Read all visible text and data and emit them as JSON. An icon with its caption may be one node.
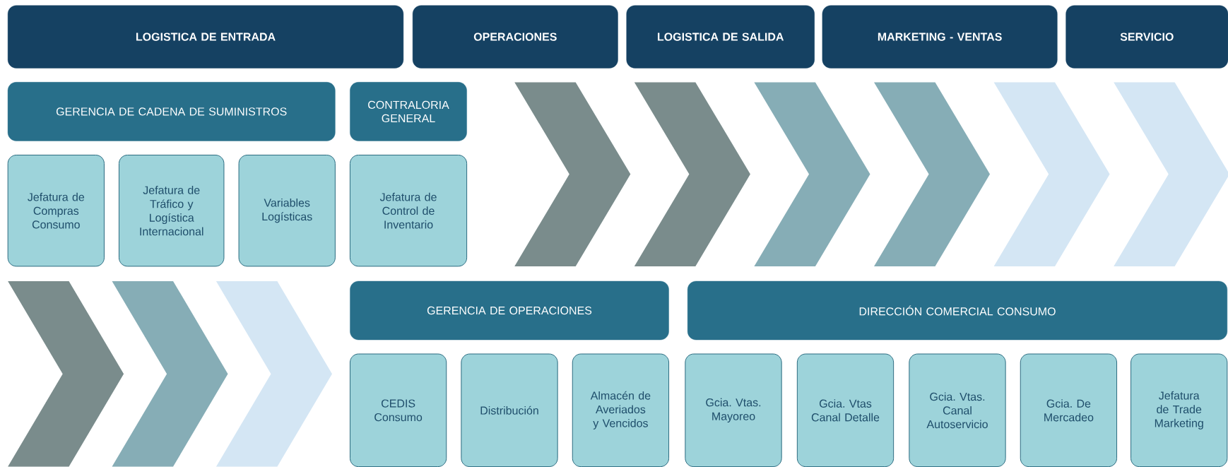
{
  "diagram": {
    "nodes": [
      {
        "text": [
          "LOGISTICA DE ENTRADA"
        ]
      },
      {
        "text": [
          "OPERACIONES"
        ]
      },
      {
        "text": [
          "LOGISTICA DE SALIDA"
        ]
      },
      {
        "text": [
          "MARKETING - VENTAS"
        ]
      },
      {
        "text": [
          "SERVICIO"
        ]
      },
      {
        "text": [
          "GERENCIA DE CADENA DE SUMINISTROS"
        ]
      },
      {
        "text": [
          "CONTRALORIA GENERAL"
        ]
      },
      {
        "text": [
          "Jefatura de Compras Consumo"
        ]
      },
      {
        "text": [
          "Jefatura de Tráfico y Logística Internacional"
        ]
      },
      {
        "text": [
          "Variables Logísticas"
        ]
      },
      {
        "text": [
          "Jefatura de Control de Inventario"
        ]
      },
      {
        "text": [
          "GERENCIA DE OPERACIONES"
        ]
      },
      {
        "text": [
          "DIRECCIÓN COMERCIAL CONSUMO"
        ]
      },
      {
        "text": [
          "CEDIS Consumo"
        ]
      },
      {
        "text": [
          "Distribución"
        ]
      },
      {
        "text": [
          "Almacén de Averiados y Vencidos"
        ]
      },
      {
        "text": [
          "Gcia. Vtas. Mayoreo"
        ]
      },
      {
        "text": [
          "Gcia. Vtas Canal Detalle"
        ]
      },
      {
        "text": [
          "Gcia. Vtas. Canal Autoservicio"
        ]
      },
      {
        "text": [
          "Gcia. De Mercadeo"
        ]
      },
      {
        "text": [
          "Jefatura de Trade Marketing"
        ]
      }
    ]
  }
}
